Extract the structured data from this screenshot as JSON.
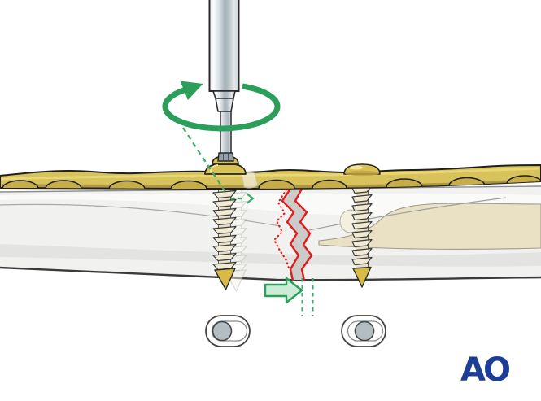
{
  "logo": {
    "text": "AO"
  },
  "colors": {
    "background": "#ffffff",
    "plate_gold": "#d8c25c",
    "plate_gold_dark": "#c6ad48",
    "plate_highlight": "#ead977",
    "plate_shadow": "#a8903a",
    "screw_cream": "#f0e9d4",
    "screw_core": "#e7dfc6",
    "screw_tip_gold": "#d9ba45",
    "head_gold": "#d9c255",
    "bone_light": "#f1f1ef",
    "bone_shadow_band": "#e3e3e1",
    "bone_outline_dark": "#3a3a3a",
    "canal_tan": "#eae0c4",
    "fracture_red": "#e41b1b",
    "fracture_gap_gray": "#cbcbc9",
    "arrow_green": "#2b9e5a",
    "arrow_green_fill": "#cdecd7",
    "dashed_green": "#3aa968",
    "steel_gray": "#aab6bc",
    "driver_outline": "#2b2b2b",
    "inset_screw_gray": "#b3bdc4",
    "logo_blue": "#1c3e96"
  },
  "elements": {
    "screwdriver": "screwdriver-shaft",
    "rotation_arrow": "green-rotation-arrow",
    "plate": "gold-compression-plate",
    "screw_driven": "eccentric-lag-screw-being-tightened",
    "screw_ghost": "previous-screw-position-ghost",
    "screw_seated": "seated-plate-screw",
    "fracture_line": "red-fracture-line",
    "fracture_previous": "dotted-previous-fracture-position",
    "compression_arrow": "green-compression-direction-arrow",
    "screw_travel_arrow": "dashed-green-screw-travel-arrow",
    "inset_hole_eccentric": "plate-hole-top-view-screw-eccentric",
    "inset_hole_centered": "plate-hole-top-view-screw-centered"
  }
}
